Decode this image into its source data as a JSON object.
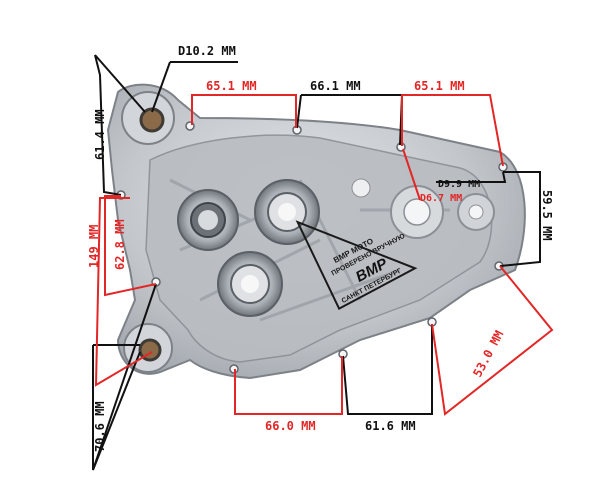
{
  "image": {
    "subject": "engine-crankcase-half-dimensions",
    "colors": {
      "red": "#e32626",
      "black": "#111111",
      "metal": "#c9ccd0",
      "metal_dark": "#8c9096",
      "bearing": "#b8bcc2",
      "stamp": "#1a1a1a"
    }
  },
  "dimensions": {
    "d_top": "D10.2 MM",
    "top_left": "65.1 MM",
    "top_mid": "66.1 MM",
    "top_right": "65.1 MM",
    "left_outer": "61.4 MM",
    "left_mid": "149 MM",
    "left_inner": "62.8 MM",
    "d_small_right": "D9.9 MM",
    "d_small_red": "D6.7 MM",
    "right_side": "59.5 MM",
    "bottom_right": "53.0 MM",
    "bottom_mid": "66.0 MM",
    "bottom_mid2": "61.6 MM",
    "bottom_left": "70.6 MM"
  },
  "stamp": {
    "line1": "BMP MOTO",
    "line2": "ПРОВЕРЕНО ВРУЧНУЮ",
    "logo": "BMP",
    "city": "САНКТ ПЕТЕРБУРГ"
  }
}
